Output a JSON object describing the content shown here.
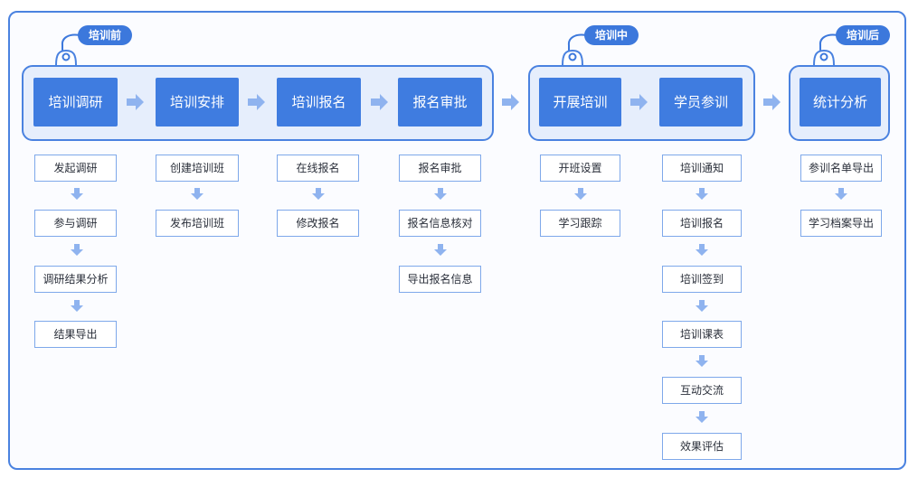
{
  "colors": {
    "border": "#4a82e0",
    "group_fill": "#e6eefc",
    "stage_fill": "#3f7ce0",
    "tag_fill": "#3c78dc",
    "arrow": "#8fb3ef",
    "sub_border": "#7ea8ea"
  },
  "phases": [
    {
      "tag": "培训前"
    },
    {
      "tag": "培训中"
    },
    {
      "tag": "培训后"
    }
  ],
  "stages": [
    {
      "label": "培训调研",
      "steps": [
        "发起调研",
        "参与调研",
        "调研结果分析",
        "结果导出"
      ]
    },
    {
      "label": "培训安排",
      "steps": [
        "创建培训班",
        "发布培训班"
      ]
    },
    {
      "label": "培训报名",
      "steps": [
        "在线报名",
        "修改报名"
      ]
    },
    {
      "label": "报名审批",
      "steps": [
        "报名审批",
        "报名信息核对",
        "导出报名信息"
      ]
    },
    {
      "label": "开展培训",
      "steps": [
        "开班设置",
        "学习跟踪"
      ]
    },
    {
      "label": "学员参训",
      "steps": [
        "培训通知",
        "培训报名",
        "培训签到",
        "培训课表",
        "互动交流",
        "效果评估"
      ]
    },
    {
      "label": "统计分析",
      "steps": [
        "参训名单导出",
        "学习档案导出"
      ]
    }
  ]
}
